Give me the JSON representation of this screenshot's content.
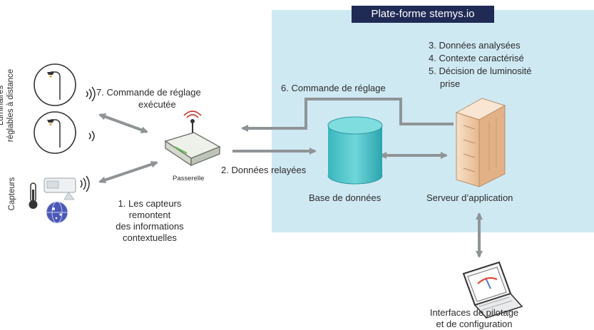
{
  "platform": {
    "title": "Plate-forme stemys.io"
  },
  "side_labels": {
    "luminaires_line1": "Luminaires",
    "luminaires_line2": "réglables à distance",
    "capteurs": "Capteurs"
  },
  "steps": {
    "step7_line1": "7. Commande de réglage",
    "step7_line2": "exécutée",
    "step6": "6. Commande de réglage",
    "step3": "3. Données analysées",
    "step4": "4. Contexte caractérisé",
    "step5_line1": "5. Décision de luminosité",
    "step5_line2": "prise",
    "step2": "2. Données relayées",
    "step1_line1": "1. Les capteurs",
    "step1_line2": "remontent",
    "step1_line3": "des informations",
    "step1_line4": "contextuelles"
  },
  "nodes": {
    "gateway": "Passerelle",
    "database": "Base de données",
    "server": "Serveur d’application",
    "interfaces_line1": "Interfaces de pilotage",
    "interfaces_line2": "et de configuration"
  },
  "colors": {
    "platform_bg": "#cfe9f3",
    "title_bg": "#1f2a55",
    "arrow": "#8f9496",
    "database": "#49c3c9",
    "server": "#f2d0ad"
  }
}
